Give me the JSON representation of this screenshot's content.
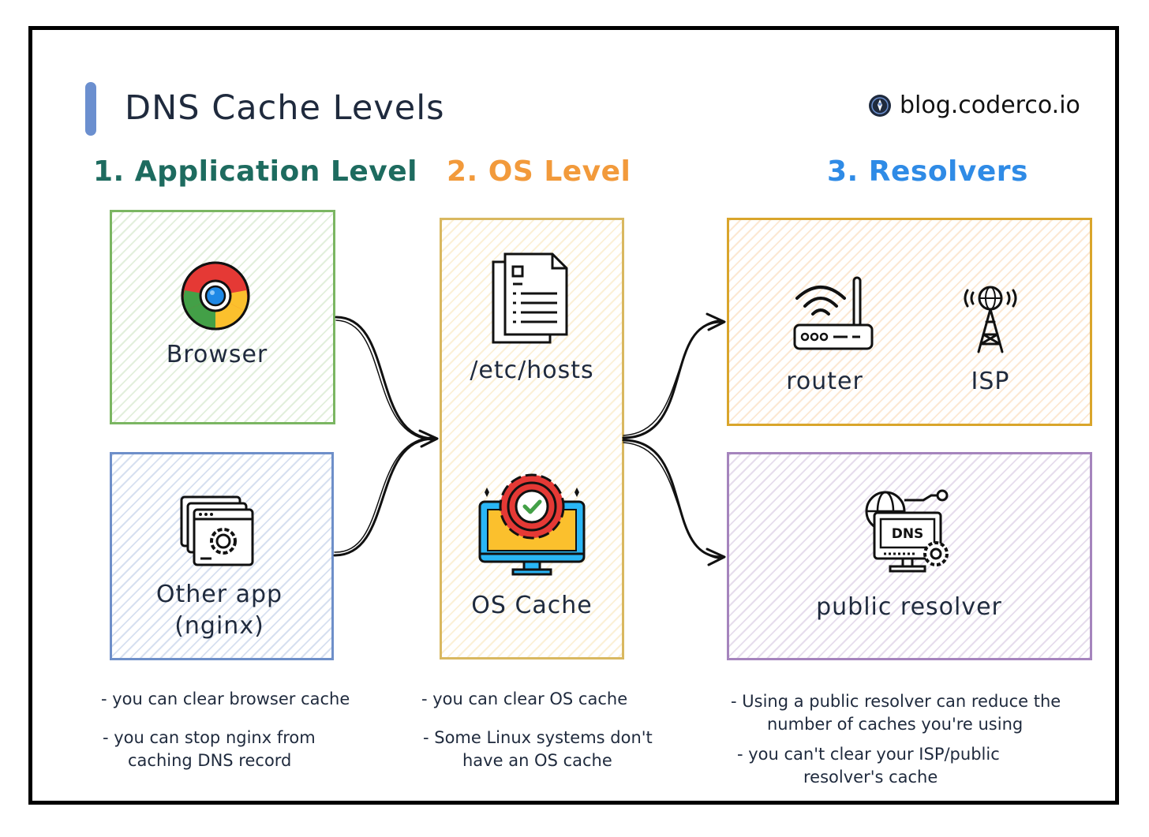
{
  "header": {
    "title": "DNS Cache Levels",
    "brand": "blog.coderco.io",
    "brand_icon": "rocket-badge-icon"
  },
  "columns": {
    "app": {
      "heading": "1. Application Level",
      "color": "#1d6b5f"
    },
    "os": {
      "heading": "2. OS Level",
      "color": "#f29a3b"
    },
    "resolvers": {
      "heading": "3. Resolvers",
      "color": "#2f8be6"
    }
  },
  "nodes": {
    "browser": {
      "label": "Browser",
      "icon": "chrome-icon"
    },
    "other_app": {
      "label_line1": "Other app",
      "label_line2": "(nginx)",
      "icon": "app-settings-icon"
    },
    "hosts": {
      "label": "/etc/hosts",
      "icon": "document-icon"
    },
    "os_cache": {
      "label": "OS Cache",
      "icon": "monitor-gear-icon"
    },
    "router": {
      "label": "router",
      "icon": "router-icon"
    },
    "isp": {
      "label": "ISP",
      "icon": "antenna-tower-icon"
    },
    "public_resolver": {
      "label": "public resolver",
      "icon": "dns-server-icon",
      "badge": "DNS"
    }
  },
  "notes": {
    "app": [
      {
        "line1": "- you can clear browser cache",
        "line2": ""
      },
      {
        "line1": "- you can stop nginx from",
        "line2": "caching DNS record"
      }
    ],
    "os": [
      {
        "line1": "- you can clear OS cache",
        "line2": ""
      },
      {
        "line1": "- Some Linux systems don't",
        "line2": "have an OS cache"
      }
    ],
    "resolvers": [
      {
        "line1": "- Using a public resolver can reduce the",
        "line2": "number of caches you're using"
      },
      {
        "line1": "- you can't clear your ISP/public",
        "line2": "resolver's cache"
      }
    ]
  },
  "colors": {
    "browser_box": "#7bb662",
    "other_box": "#6e8fc9",
    "os_box": "#d9b860",
    "router_box": "#d9a52b",
    "public_box": "#a584bd"
  }
}
